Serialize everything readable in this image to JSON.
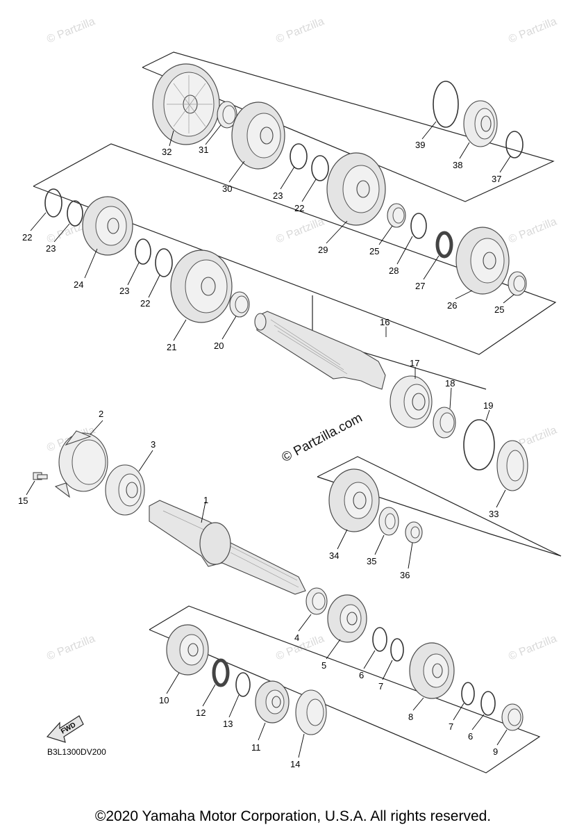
{
  "watermark": "© Partzilla",
  "watermark_center": "© Partzilla.com",
  "diagram_code": "B3L1300DV200",
  "fwd_label": "FWD",
  "copyright": "©2020 Yamaha Motor Corporation, U.S.A. All rights reserved.",
  "callouts": {
    "c1": "1",
    "c2": "2",
    "c3": "3",
    "c4": "4",
    "c5": "5",
    "c6a": "6",
    "c6b": "6",
    "c7a": "7",
    "c7b": "7",
    "c8": "8",
    "c9": "9",
    "c10": "10",
    "c11": "11",
    "c12": "12",
    "c13": "13",
    "c14": "14",
    "c15": "15",
    "c16": "16",
    "c17": "17",
    "c18": "18",
    "c19": "19",
    "c20": "20",
    "c21": "21",
    "c22a": "22",
    "c22b": "22",
    "c22c": "22",
    "c23a": "23",
    "c23b": "23",
    "c23c": "23",
    "c24": "24",
    "c25a": "25",
    "c25b": "25",
    "c26": "26",
    "c27": "27",
    "c28": "28",
    "c29": "29",
    "c30": "30",
    "c31": "31",
    "c32": "32",
    "c33": "33",
    "c34": "34",
    "c35": "35",
    "c36": "36",
    "c37": "37",
    "c38": "38",
    "c39": "39"
  }
}
